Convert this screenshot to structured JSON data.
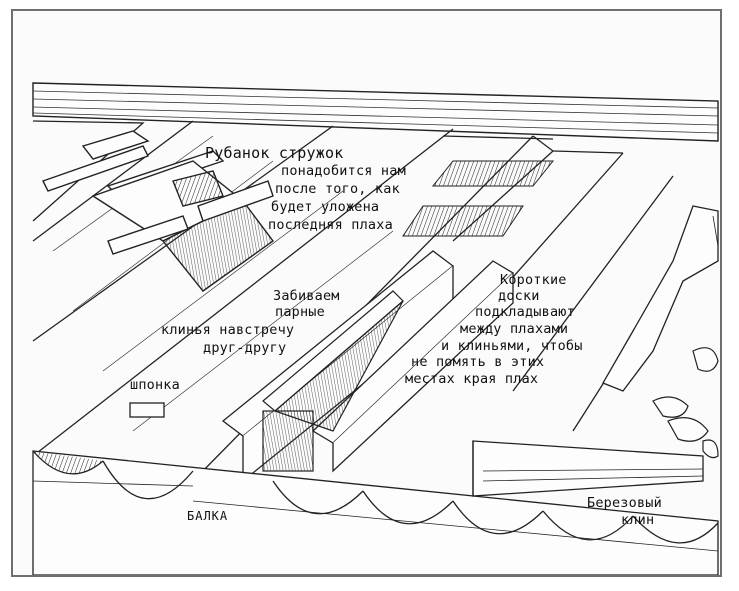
{
  "labels": {
    "planer": {
      "title": "Рубанок стружок",
      "line1": "понадобится нам",
      "line2": "после того, как",
      "line3": "будет уложена",
      "line4": "последняя плаха"
    },
    "wedges": {
      "line1": "Забиваем",
      "line2": "парные",
      "line3": "клинья навстречу",
      "line4": "друг-другу"
    },
    "short_boards": {
      "line1": "Короткие",
      "line2": "доски",
      "line3": "подкладывают",
      "line4": "между плахами",
      "line5": "и клиньями, чтобы",
      "line6": "не помять в этих",
      "line7": "местах края плах"
    },
    "key": "шпонка",
    "beam": "БАЛКА",
    "birch_wedge": {
      "line1": "Березовый",
      "line2": "клин"
    }
  },
  "colors": {
    "ink": "#111111",
    "paper": "#fbfbfb",
    "frame": "#6f6f6f"
  }
}
